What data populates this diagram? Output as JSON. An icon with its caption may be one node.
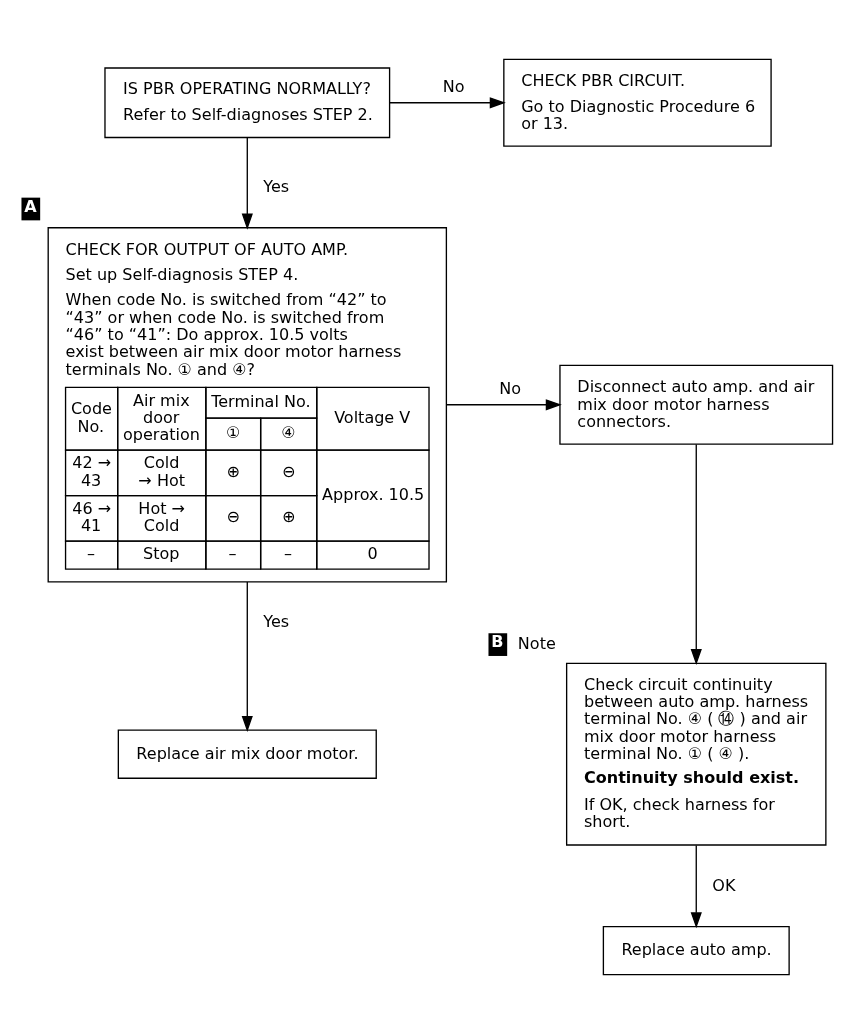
{
  "diagram": {
    "nodes": [
      {
        "text": [
          "IS PBR OPERATING NORMALLY?",
          "Refer to Self-diagnoses STEP 2."
        ]
      },
      {
        "text": [
          "CHECK PBR CIRCUIT.",
          "Go to Diagnostic Procedure 6 or 13."
        ]
      },
      {
        "text": [
          "CHECK FOR OUTPUT OF AUTO AMP.",
          "Set up Self-diagnosis STEP 4.",
          "When code No. is switched from “42” to “43” or when code No. is switched from “46” to “41”: Do approx. 10.5 volts exist between air mix door motor harness terminals No. ① and ④?",
          "Code No.",
          "Air mix door operation",
          "Terminal No.",
          "Voltage V",
          "①",
          "④",
          "42 → 43",
          "Cold → Hot",
          "⊕",
          "⊖",
          "Approx. 10.5",
          "46 → 41",
          "Hot → Cold",
          "⊖",
          "⊕",
          "–",
          "Stop",
          "–",
          "–",
          "0"
        ],
        "beside": [
          "A"
        ]
      },
      {
        "text": [
          "Disconnect auto amp. and air mix door motor harness connectors."
        ]
      },
      {
        "text": [
          "Check circuit continuity between auto amp. harness terminal No. ④ ( ⑭ ) and air mix door motor harness terminal No. ① ( ④ ).",
          "Continuity should exist.",
          "If OK, check harness for short."
        ],
        "beside": [
          "B",
          "Note"
        ]
      },
      {
        "text": [
          "Replace auto amp."
        ]
      },
      {
        "text": [
          "Replace air mix door motor."
        ]
      }
    ],
    "edges": [
      {
        "from": 0,
        "to": 1,
        "arrow": "to",
        "label": "No"
      },
      {
        "from": 0,
        "to": 2,
        "arrow": "to",
        "label": "Yes"
      },
      {
        "from": 2,
        "to": 3,
        "arrow": "to",
        "label": "No"
      },
      {
        "from": 3,
        "to": 4,
        "arrow": "to"
      },
      {
        "from": 4,
        "to": 5,
        "arrow": "to",
        "label": "OK"
      },
      {
        "from": 2,
        "to": 6,
        "arrow": "to",
        "label": "Yes"
      }
    ]
  }
}
